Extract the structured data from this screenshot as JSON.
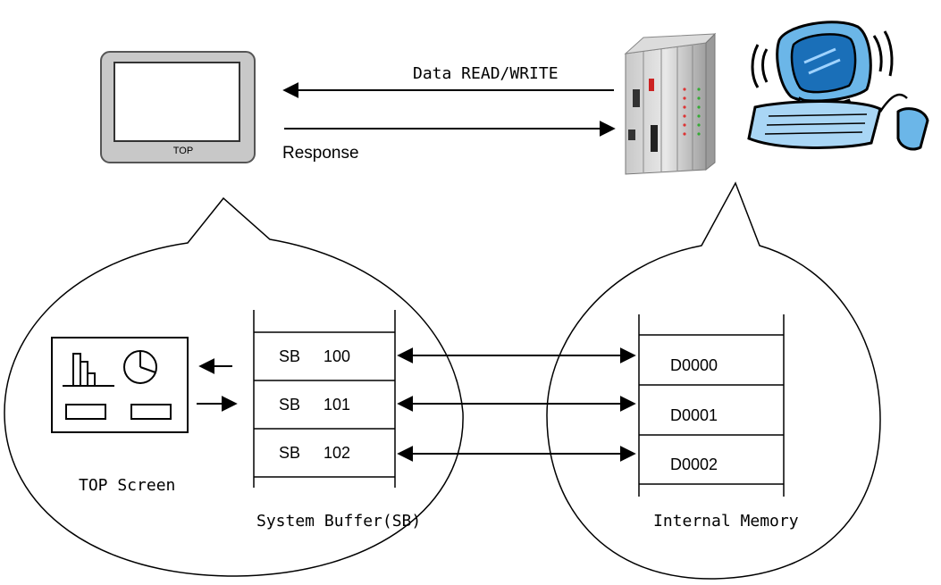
{
  "top_device": {
    "label": "TOP"
  },
  "arrows": {
    "request_label": "Data READ/WRITE",
    "response_label": "Response"
  },
  "top_screen": {
    "label": "TOP Screen"
  },
  "system_buffer": {
    "label": "System Buffer(SB)",
    "rows": [
      {
        "prefix": "SB",
        "address": "100"
      },
      {
        "prefix": "SB",
        "address": "101"
      },
      {
        "prefix": "SB",
        "address": "102"
      }
    ]
  },
  "internal_memory": {
    "label": "Internal Memory",
    "rows": [
      "D0000",
      "D0001",
      "D0002"
    ]
  },
  "icons": [
    "top-panel-icon",
    "plc-rack-icon",
    "computer-icon",
    "bar-chart-icon",
    "pie-chart-icon"
  ]
}
